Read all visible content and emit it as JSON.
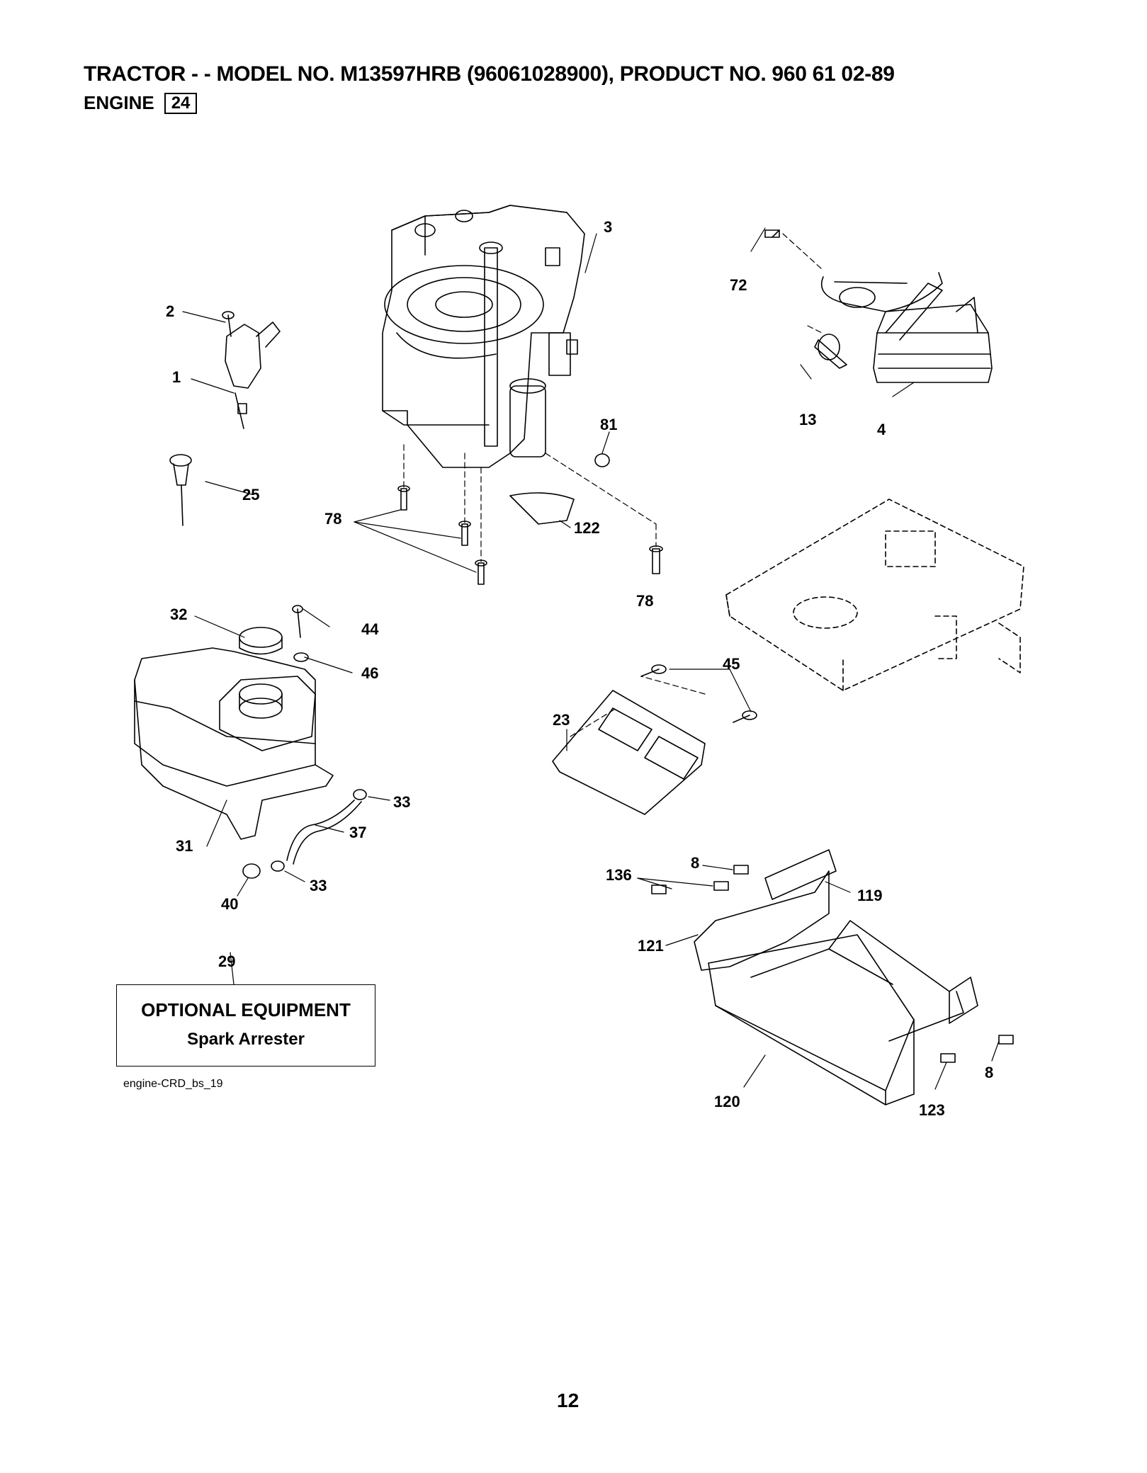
{
  "header": {
    "title": "TRACTOR - - MODEL NO. M13597HRB (96061028900), PRODUCT NO. 960 61 02-89",
    "section_label": "ENGINE",
    "section_number": "24"
  },
  "optional_equipment": {
    "callout": "29",
    "title": "OPTIONAL EQUIPMENT",
    "item": "Spark Arrester"
  },
  "figure_id": "engine-CRD_bs_19",
  "page_number": "12",
  "part_callouts": {
    "c1": "1",
    "c2": "2",
    "c3": "3",
    "c4": "4",
    "c8a": "8",
    "c8b": "8",
    "c13": "13",
    "c23": "23",
    "c25": "25",
    "c31": "31",
    "c32": "32",
    "c33a": "33",
    "c33b": "33",
    "c37": "37",
    "c40": "40",
    "c44": "44",
    "c45": "45",
    "c46": "46",
    "c72": "72",
    "c78a": "78",
    "c78b": "78",
    "c81": "81",
    "c119": "119",
    "c120": "120",
    "c121": "121",
    "c122": "122",
    "c123": "123",
    "c136": "136"
  },
  "colors": {
    "ink": "#000000",
    "paper": "#ffffff"
  }
}
